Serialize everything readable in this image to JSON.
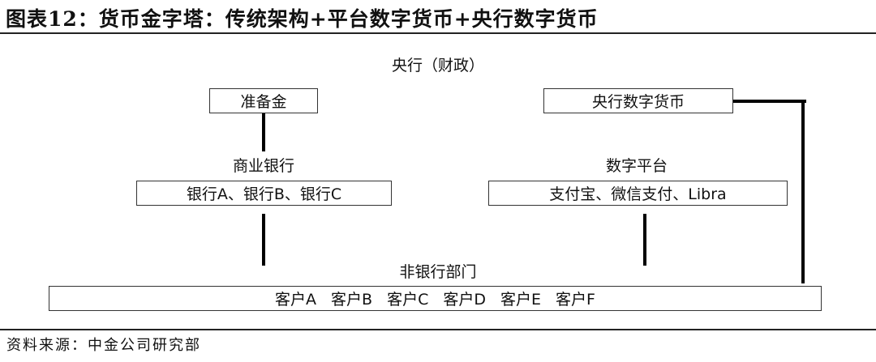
{
  "header": {
    "title": "图表12：货币金字塔：传统架构+平台数字货币+央行数字货币"
  },
  "diagram": {
    "central_bank_label": "央行（财政）",
    "reserve_box": "准备金",
    "cbdc_box": "央行数字货币",
    "commercial_banks_label": "商业银行",
    "banks_box": "银行A、银行B、银行C",
    "digital_platform_label": "数字平台",
    "platforms_box": "支付宝、微信支付、Libra",
    "non_bank_label": "非银行部门",
    "clients": [
      "客户A",
      "客户B",
      "客户C",
      "客户D",
      "客户E",
      "客户F"
    ]
  },
  "footer": {
    "source": "资料来源：中金公司研究部"
  }
}
